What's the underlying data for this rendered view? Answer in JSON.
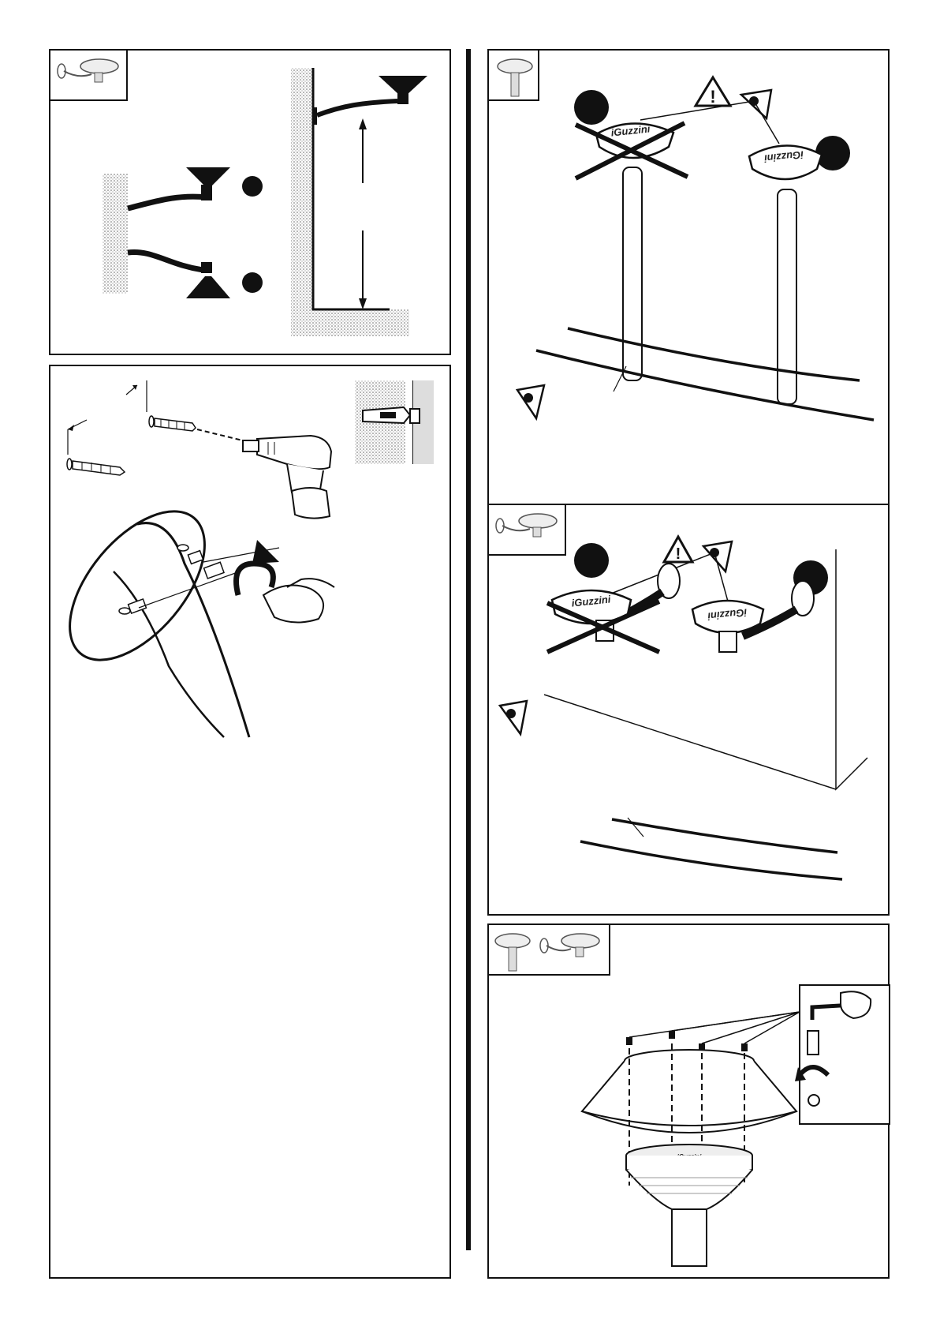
{
  "document": {
    "panels": [
      {
        "id": "A",
        "thumbnail": "wall-bracket-lamp-icon",
        "content": "wall-mount-orientation-and-height"
      },
      {
        "id": "B",
        "thumbnail": null,
        "content": "drill-plug-and-screw-installation"
      },
      {
        "id": "C",
        "thumbnail": "pole-lamp-icon",
        "content": "pole-mounted-lamp-brand-orientation"
      },
      {
        "id": "D",
        "thumbnail": "wall-bracket-lamp-icon",
        "content": "wall-bracket-lamp-brand-orientation"
      },
      {
        "id": "E",
        "thumbnail": "pole-and-wall-lamp-icon",
        "content": "diffuser-screw-fixing"
      }
    ],
    "brand_label": "iGuzzini",
    "icons": {
      "warning": "warning-triangle-icon",
      "viewer": "viewer-eye-icon",
      "allen_key": "allen-key-icon",
      "rotate": "rotate-arrow-icon"
    },
    "colors": {
      "ink": "#111111",
      "paper": "#ffffff",
      "hatch": "#8a8a8a"
    }
  }
}
